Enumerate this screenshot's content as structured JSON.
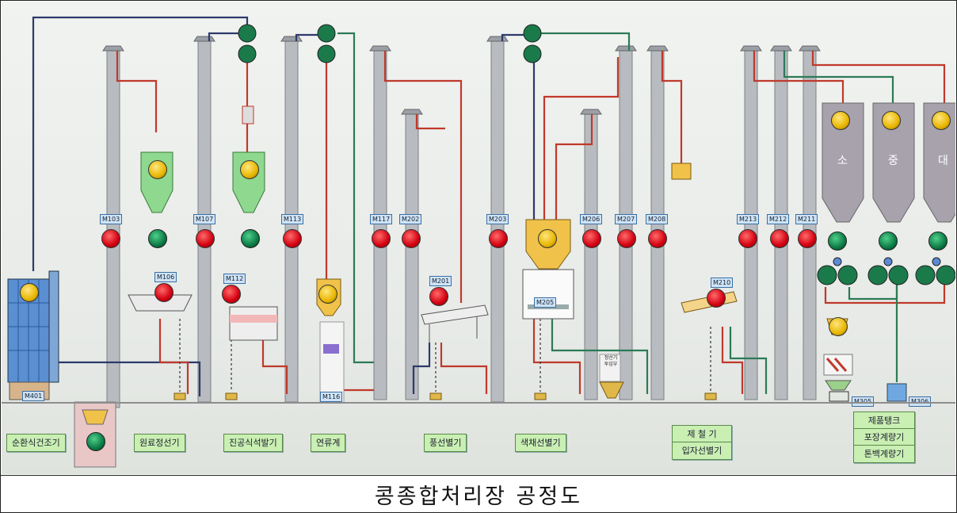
{
  "caption": "콩종합처리장 공정도",
  "bins": {
    "small": "소",
    "medium": "중",
    "large": "대"
  },
  "tags": [
    "M103",
    "M107",
    "M113",
    "M117",
    "M202",
    "M203",
    "M206",
    "M207",
    "M208",
    "M213",
    "M212",
    "M211",
    "M106",
    "M112",
    "M201",
    "M210",
    "M205",
    "M401",
    "M116",
    "M305",
    "M306"
  ],
  "selector_label": "정선기\n투입부",
  "labels": {
    "dryer": "순환식건조기",
    "raw_cleaner": "원료정선기",
    "vacuum_gravity": "진공식석발기",
    "flow": "연류계",
    "gravity_sep": "풍선별기",
    "color_sorter": "색채선별기",
    "mill_line1": "제 철 기",
    "mill_line2": "입자선별기",
    "tank_line1": "제품탱크",
    "tank_line2": "포장계량기",
    "tank_line3": "톤백계량기"
  }
}
